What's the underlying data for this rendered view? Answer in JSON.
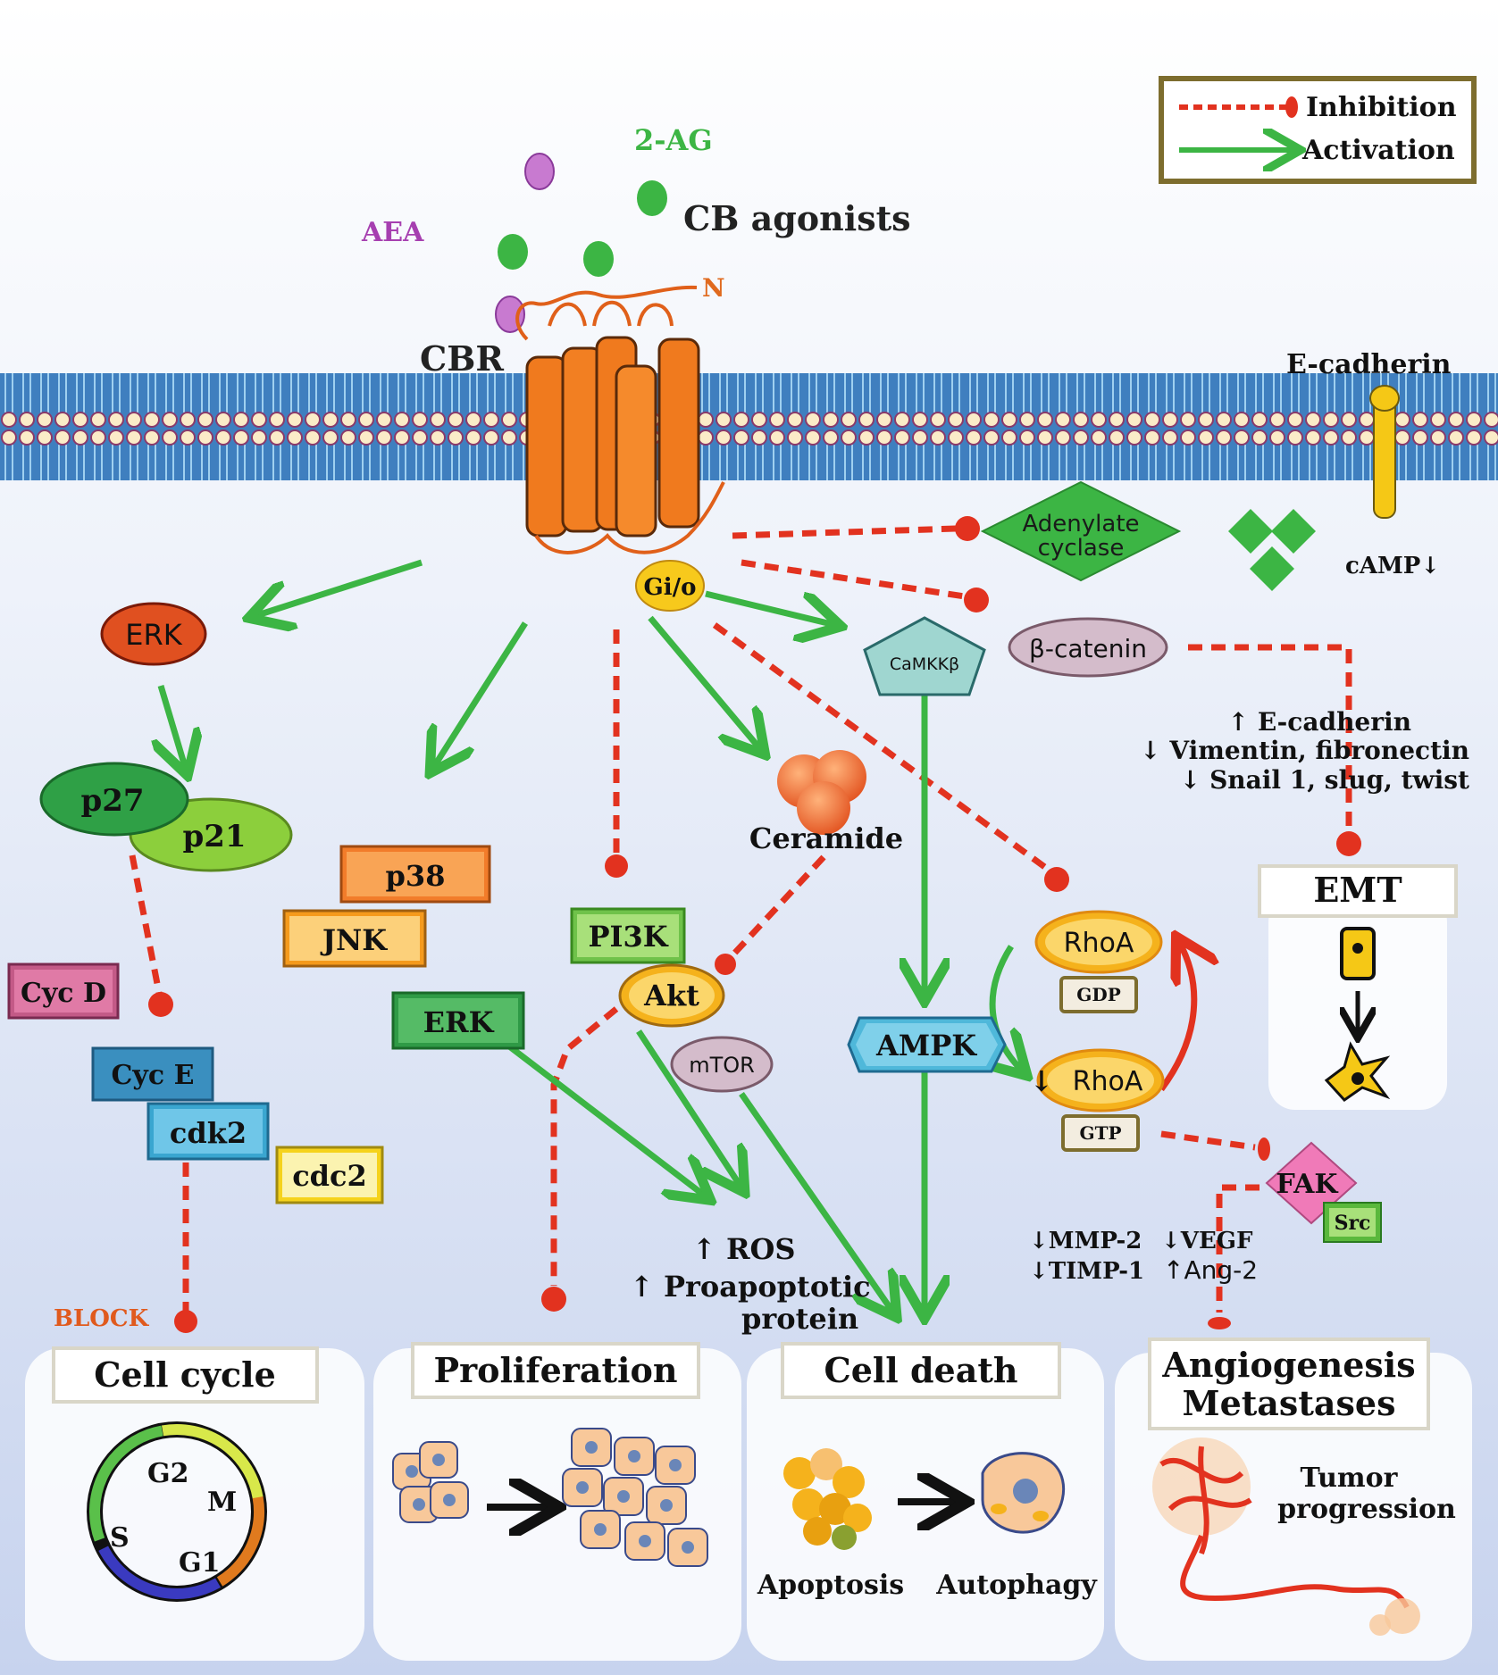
{
  "legend": {
    "inhibition": "Inhibition",
    "activation": "Activation"
  },
  "ligands": {
    "ag2": "2-AG",
    "aea": "AEA",
    "cb_agonists": "CB agonists",
    "n_terminus": "N"
  },
  "membrane": {
    "cbr": "CBR",
    "e_cadherin": "E-cadherin"
  },
  "nodes": {
    "adenylate_cyclase_1": "Adenylate",
    "adenylate_cyclase_2": "cyclase",
    "camp": "cAMP↓",
    "gio": "Gi/o",
    "camkk": "CaMKKβ",
    "beta_catenin": "β-catenin",
    "erk_top": "ERK",
    "p27": "p27",
    "p21": "p21",
    "p38": "p38",
    "jnk": "JNK",
    "erk_mid": "ERK",
    "pi3k": "PI3K",
    "akt": "Akt",
    "mtor": "mTOR",
    "ceramide": "Ceramide",
    "ampk": "AMPK",
    "rhoa_gdp": "RhoA",
    "gdp": "GDP",
    "rhoa_gtp": "RhoA",
    "gtp": "GTP",
    "fak": "FAK",
    "src": "Src",
    "cyc_d": "Cyc D",
    "cyc_e": "Cyc E",
    "cdk2": "cdk2",
    "cdc2": "cdc2"
  },
  "annotations": {
    "emt_line1": "↑ E-cadherin",
    "emt_line2": "↓ Vimentin, fibronectin",
    "emt_line3": "↓ Snail 1, slug, twist",
    "ros": "↑ ROS",
    "proapoptotic_1": "↑ Proapoptotic",
    "proapoptotic_2": "protein",
    "mmp2": "↓MMP-2",
    "vegf": "↓VEGF",
    "timp1": "↓TIMP-1",
    "ang2": "↑Ang-2",
    "block": "BLOCK"
  },
  "outcomes": {
    "cell_cycle": "Cell cycle",
    "proliferation": "Proliferation",
    "cell_death": "Cell death",
    "angio_1": "Angiogenesis",
    "angio_2": "Metastases",
    "emt": "EMT",
    "apoptosis": "Apoptosis",
    "autophagy": "Autophagy",
    "tumor_1": "Tumor",
    "tumor_2": "progression",
    "phase_g2": "G2",
    "phase_m": "M",
    "phase_s": "S",
    "phase_g1": "G1",
    "rhoa_down": "↓"
  },
  "colors": {
    "activation": "#3cb544",
    "inhibition": "#e2321f",
    "receptor": "#f07a1e",
    "membrane": "#3d7dbd",
    "background_top": "#ffffff",
    "background_bottom": "#cfd9ef"
  }
}
